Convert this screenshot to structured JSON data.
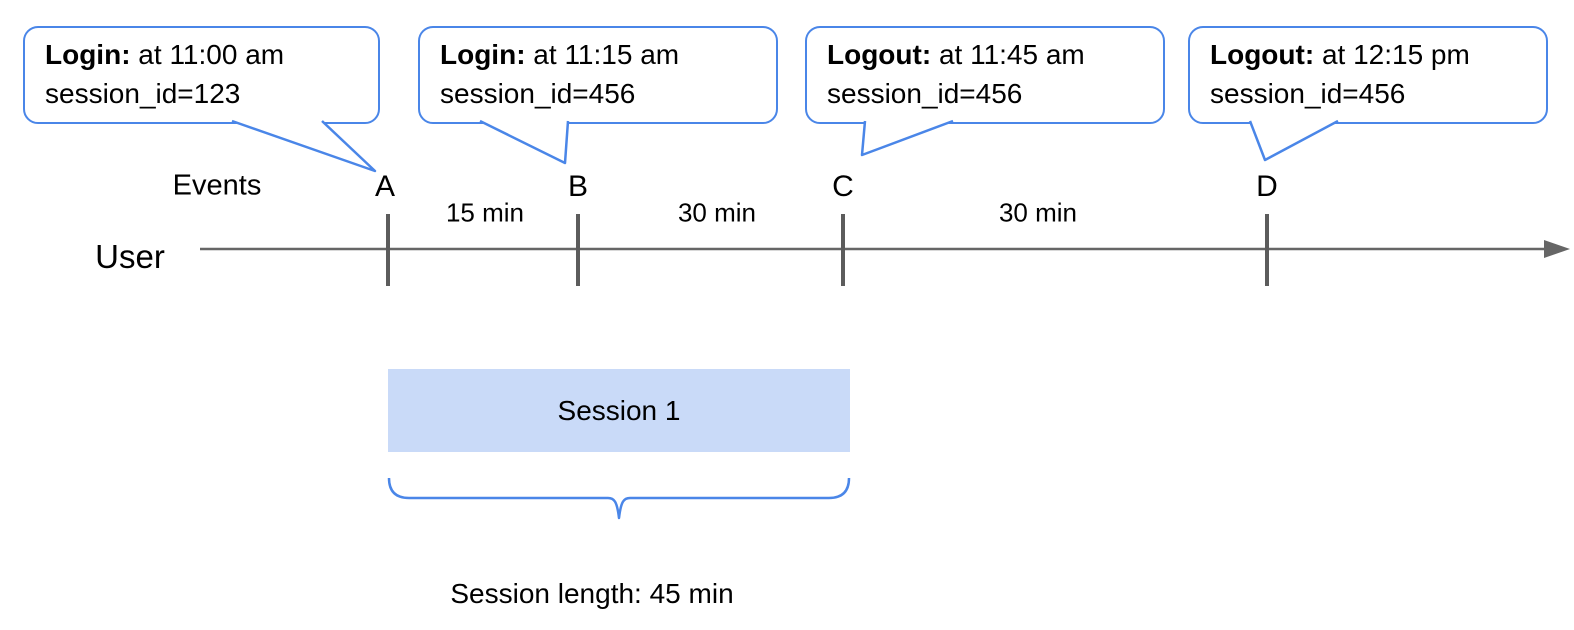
{
  "colors": {
    "callout_border": "#4a86e8",
    "brace": "#4a86e8",
    "session_box_fill": "#c9daf8",
    "timeline_gray": "#666666",
    "text": "#000000"
  },
  "callouts": [
    {
      "event_label": "Login:",
      "time_text": " at 11:00 am",
      "session_text": "session_id=123"
    },
    {
      "event_label": "Login:",
      "time_text": " at 11:15 am",
      "session_text": "session_id=456"
    },
    {
      "event_label": "Logout:",
      "time_text": " at 11:45 am",
      "session_text": "session_id=456"
    },
    {
      "event_label": "Logout:",
      "time_text": " at 12:15 pm",
      "session_text": "session_id=456"
    }
  ],
  "timeline": {
    "events_label": "Events",
    "user_label": "User",
    "event_markers": [
      "A",
      "B",
      "C",
      "D"
    ],
    "intervals": [
      "15 min",
      "30 min",
      "30 min"
    ]
  },
  "session": {
    "box_label": "Session 1",
    "length_label": "Session length: 45 min"
  }
}
